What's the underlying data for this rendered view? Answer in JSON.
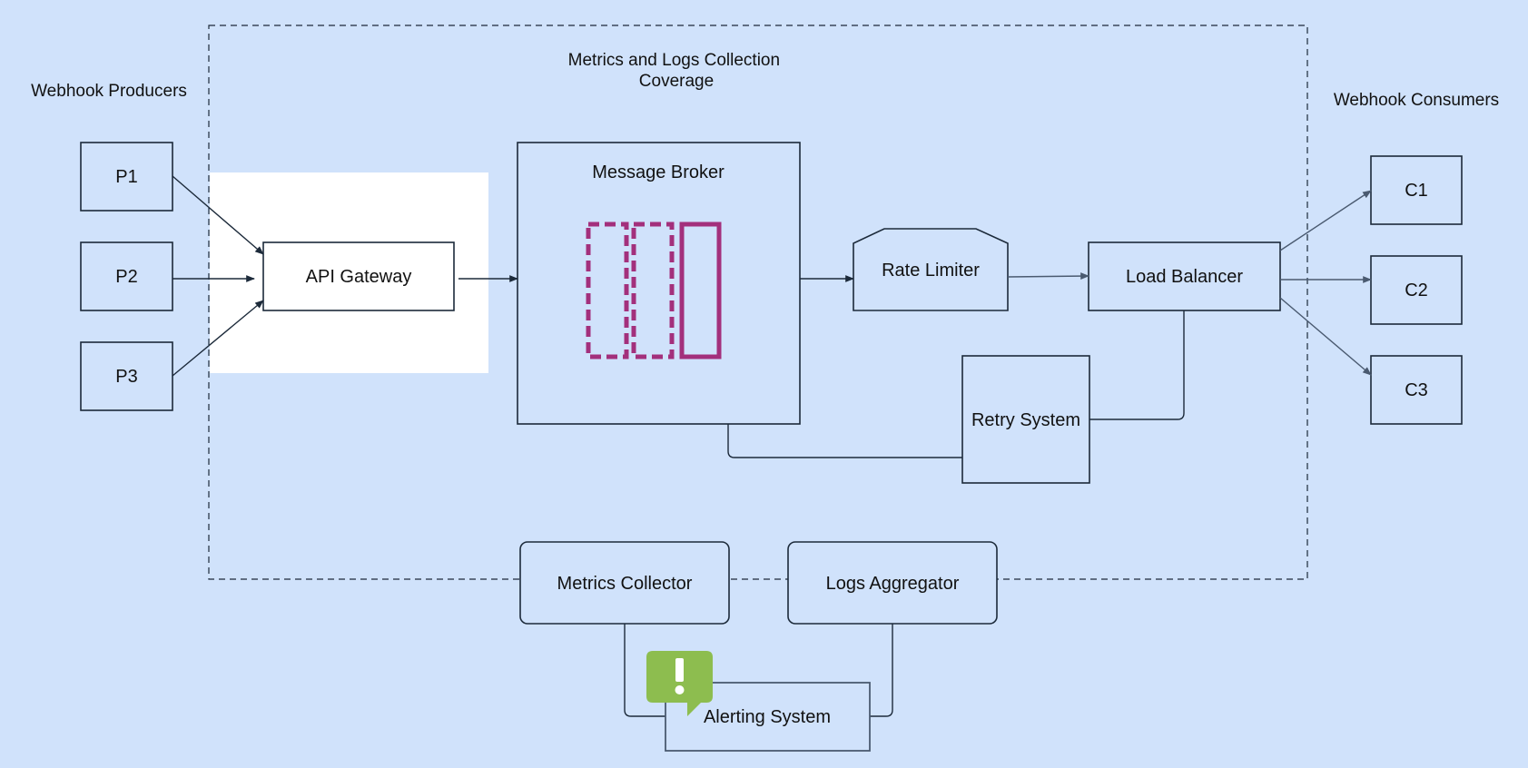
{
  "groups": {
    "coverage": "Metrics and Logs Collection\nCoverage",
    "producers": "Webhook Producers",
    "consumers": "Webhook Consumers"
  },
  "producers": [
    "P1",
    "P2",
    "P3"
  ],
  "consumers": [
    "C1",
    "C2",
    "C3"
  ],
  "nodes": {
    "api_gateway": "API Gateway",
    "message_broker": "Message Broker",
    "rate_limiter": "Rate Limiter",
    "load_balancer": "Load Balancer",
    "retry_system": "Retry System",
    "metrics_collector": "Metrics Collector",
    "logs_aggregator": "Logs Aggregator",
    "alerting_system": "Alerting System"
  },
  "colors": {
    "background": "#d0e2fb",
    "queue": "#a3307c",
    "alert_badge": "#8dbd4f",
    "gateway_highlight": "#ffffff"
  },
  "icons": {
    "queue": "message-queue-icon",
    "alert": "alert-speech-bubble-icon"
  }
}
